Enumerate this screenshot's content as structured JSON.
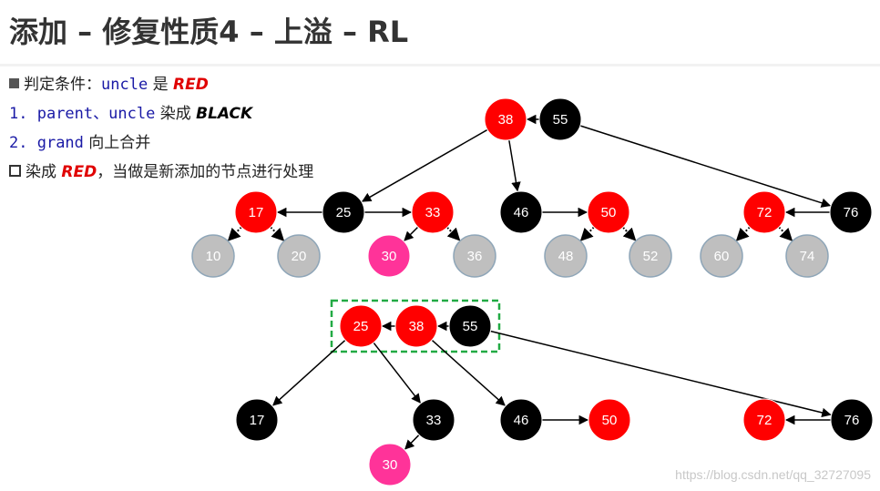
{
  "title": "添加 – 修复性质4 – 上溢 – RL",
  "rules": {
    "line1": {
      "prefix": "判定条件：",
      "code": "uncle",
      "mid": " 是 ",
      "em": "RED"
    },
    "line2": {
      "num": "1. ",
      "code": "parent、uncle",
      "mid": " 染成 ",
      "em": "BLACK"
    },
    "line3": {
      "num": "2. ",
      "code": "grand",
      "mid": " 向上合并"
    },
    "line4": {
      "prefix": "染成 ",
      "em": "RED",
      "suffix": "，当做是新添加的节点进行处理"
    }
  },
  "colors": {
    "red": "#ff0000",
    "black": "#000000",
    "gray": "#bfbfbf",
    "pink": "#ff3399",
    "highlight": "#22aa44"
  },
  "watermark": "https://blog.csdn.net/qq_32727095",
  "trees": {
    "top": {
      "nodes": [
        {
          "id": "t38",
          "label": "38",
          "color": "red"
        },
        {
          "id": "t55",
          "label": "55",
          "color": "black"
        },
        {
          "id": "t17",
          "label": "17",
          "color": "red"
        },
        {
          "id": "t25",
          "label": "25",
          "color": "black"
        },
        {
          "id": "t33",
          "label": "33",
          "color": "red"
        },
        {
          "id": "t46",
          "label": "46",
          "color": "black"
        },
        {
          "id": "t50",
          "label": "50",
          "color": "red"
        },
        {
          "id": "t72",
          "label": "72",
          "color": "red"
        },
        {
          "id": "t76",
          "label": "76",
          "color": "black"
        },
        {
          "id": "t10",
          "label": "10",
          "color": "gray"
        },
        {
          "id": "t20",
          "label": "20",
          "color": "gray"
        },
        {
          "id": "t30",
          "label": "30",
          "color": "pink"
        },
        {
          "id": "t36",
          "label": "36",
          "color": "gray"
        },
        {
          "id": "t48",
          "label": "48",
          "color": "gray"
        },
        {
          "id": "t52",
          "label": "52",
          "color": "gray"
        },
        {
          "id": "t60",
          "label": "60",
          "color": "gray"
        },
        {
          "id": "t74",
          "label": "74",
          "color": "gray"
        }
      ],
      "edges": [
        {
          "from": "t55",
          "to": "t38",
          "style": "solid"
        },
        {
          "from": "t38",
          "to": "t25",
          "style": "solid"
        },
        {
          "from": "t38",
          "to": "t46",
          "style": "solid"
        },
        {
          "from": "t55",
          "to": "t76",
          "style": "solid"
        },
        {
          "from": "t25",
          "to": "t17",
          "style": "solid"
        },
        {
          "from": "t25",
          "to": "t33",
          "style": "solid"
        },
        {
          "from": "t46",
          "to": "t50",
          "style": "solid"
        },
        {
          "from": "t76",
          "to": "t72",
          "style": "solid"
        },
        {
          "from": "t17",
          "to": "t10",
          "style": "dotted"
        },
        {
          "from": "t17",
          "to": "t20",
          "style": "dotted"
        },
        {
          "from": "t33",
          "to": "t30",
          "style": "solid"
        },
        {
          "from": "t33",
          "to": "t36",
          "style": "dotted"
        },
        {
          "from": "t50",
          "to": "t48",
          "style": "dotted"
        },
        {
          "from": "t50",
          "to": "t52",
          "style": "dotted"
        },
        {
          "from": "t72",
          "to": "t60",
          "style": "dotted"
        },
        {
          "from": "t72",
          "to": "t74",
          "style": "dotted"
        }
      ]
    },
    "bottom": {
      "nodes": [
        {
          "id": "b25",
          "label": "25",
          "color": "red"
        },
        {
          "id": "b38",
          "label": "38",
          "color": "red"
        },
        {
          "id": "b55",
          "label": "55",
          "color": "black"
        },
        {
          "id": "b17",
          "label": "17",
          "color": "black"
        },
        {
          "id": "b33",
          "label": "33",
          "color": "black"
        },
        {
          "id": "b46",
          "label": "46",
          "color": "black"
        },
        {
          "id": "b50",
          "label": "50",
          "color": "red"
        },
        {
          "id": "b72",
          "label": "72",
          "color": "red"
        },
        {
          "id": "b76",
          "label": "76",
          "color": "black"
        },
        {
          "id": "b30",
          "label": "30",
          "color": "pink"
        }
      ],
      "edges": [
        {
          "from": "b38",
          "to": "b25",
          "style": "solid"
        },
        {
          "from": "b55",
          "to": "b38",
          "style": "solid"
        },
        {
          "from": "b25",
          "to": "b17",
          "style": "solid"
        },
        {
          "from": "b25",
          "to": "b33",
          "style": "solid"
        },
        {
          "from": "b38",
          "to": "b46",
          "style": "solid"
        },
        {
          "from": "b55",
          "to": "b76",
          "style": "solid"
        },
        {
          "from": "b46",
          "to": "b50",
          "style": "solid"
        },
        {
          "from": "b76",
          "to": "b72",
          "style": "solid"
        },
        {
          "from": "b33",
          "to": "b30",
          "style": "solid"
        }
      ]
    }
  }
}
